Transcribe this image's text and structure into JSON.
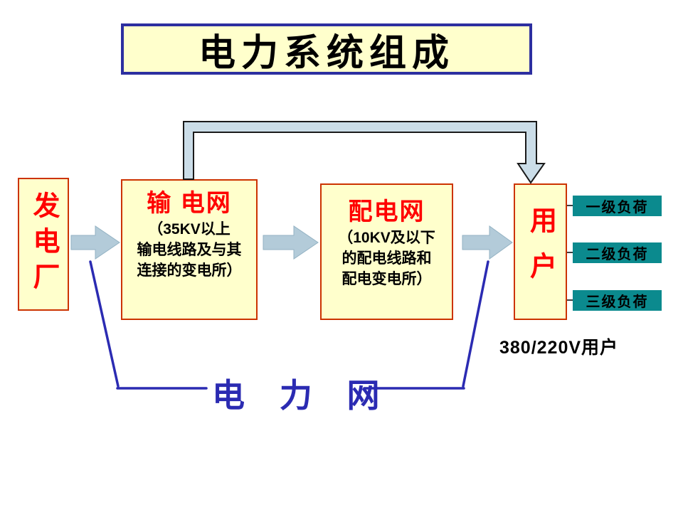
{
  "title": "电力系统组成",
  "nodes": {
    "power_plant": {
      "label": "发电厂"
    },
    "transmission": {
      "title": "输 电网",
      "desc_lines": [
        "（35KV以上",
        "输电线路及与其",
        "连接的变电所）"
      ]
    },
    "distribution": {
      "title": "配电网",
      "desc_lines": [
        "（10KV及以下",
        "的配电线路和",
        "配电变电所）"
      ]
    },
    "users": {
      "label": "用户"
    }
  },
  "loads": [
    {
      "label": "一级负荷"
    },
    {
      "label": "二级负荷"
    },
    {
      "label": "三级负荷"
    }
  ],
  "users_caption": "380/220V用户",
  "network_label": "电 力 网",
  "colors": {
    "box_fill": "#FFFFCC",
    "box_border": "#CC3300",
    "title_border": "#2D2FA0",
    "node_text_red": "#FF0000",
    "load_fill": "#0B8A8E",
    "flow_arrow_fill": "#B3CBD9",
    "bypass_arrow_fill": "#CBDDE8",
    "network_blue": "#2B2BB2"
  }
}
